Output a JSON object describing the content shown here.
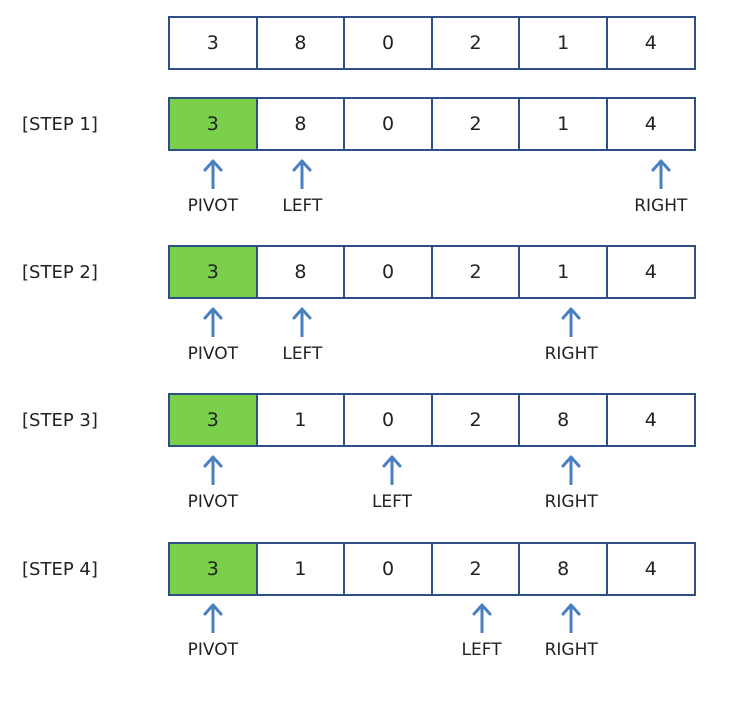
{
  "colors": {
    "cell_border": "#2e4f86",
    "pivot_fill": "#7ad04a",
    "arrow": "#4a7fc1",
    "text": "#222222"
  },
  "initial_array": {
    "cells": [
      "3",
      "8",
      "0",
      "2",
      "1",
      "4"
    ]
  },
  "steps": [
    {
      "label": "[STEP 1]",
      "cells": [
        "3",
        "8",
        "0",
        "2",
        "1",
        "4"
      ],
      "pivot_index": 0,
      "markers": [
        {
          "label": "PIVOT",
          "index": 0
        },
        {
          "label": "LEFT",
          "index": 1
        },
        {
          "label": "RIGHT",
          "index": 5
        }
      ]
    },
    {
      "label": "[STEP 2]",
      "cells": [
        "3",
        "8",
        "0",
        "2",
        "1",
        "4"
      ],
      "pivot_index": 0,
      "markers": [
        {
          "label": "PIVOT",
          "index": 0
        },
        {
          "label": "LEFT",
          "index": 1
        },
        {
          "label": "RIGHT",
          "index": 4
        }
      ]
    },
    {
      "label": "[STEP 3]",
      "cells": [
        "3",
        "1",
        "0",
        "2",
        "8",
        "4"
      ],
      "pivot_index": 0,
      "markers": [
        {
          "label": "PIVOT",
          "index": 0
        },
        {
          "label": "LEFT",
          "index": 2
        },
        {
          "label": "RIGHT",
          "index": 4
        }
      ]
    },
    {
      "label": "[STEP 4]",
      "cells": [
        "3",
        "1",
        "0",
        "2",
        "8",
        "4"
      ],
      "pivot_index": 0,
      "markers": [
        {
          "label": "PIVOT",
          "index": 0
        },
        {
          "label": "LEFT",
          "index": 3
        },
        {
          "label": "RIGHT",
          "index": 4
        }
      ]
    }
  ]
}
